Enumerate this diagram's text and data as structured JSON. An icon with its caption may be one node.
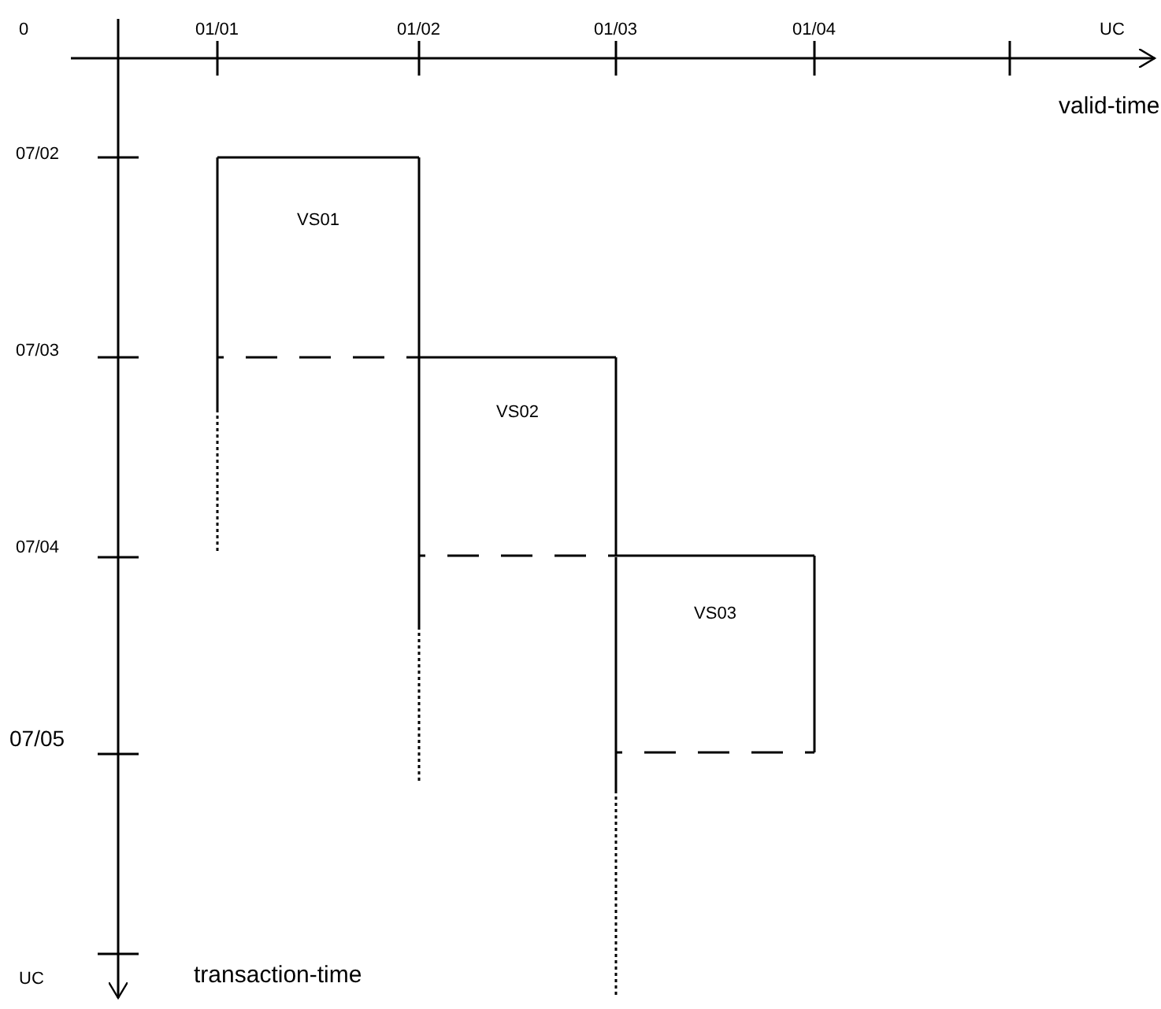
{
  "diagram": {
    "nodes": [
      {
        "text": [
          "VS01"
        ]
      },
      {
        "text": [
          "VS02"
        ]
      },
      {
        "text": [
          "VS03"
        ]
      }
    ],
    "edges": [],
    "labels": [
      "0",
      "01/01",
      "01/02",
      "01/03",
      "01/04",
      "UC",
      "valid-time",
      "07/02",
      "07/03",
      "07/04",
      "07/05",
      "UC",
      "transaction-time"
    ]
  }
}
